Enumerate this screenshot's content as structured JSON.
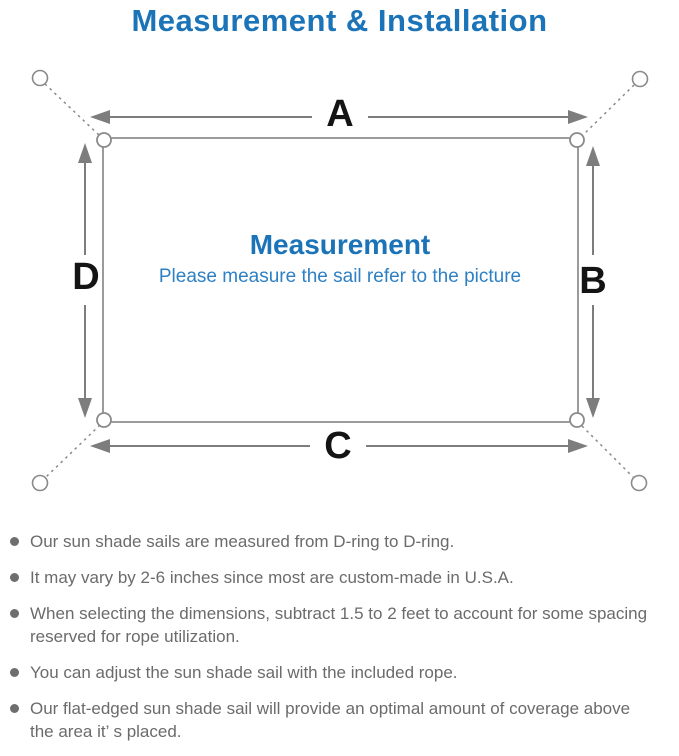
{
  "colors": {
    "accent": "#1b73b8",
    "subtitle": "#2e80c4",
    "label": "#141414",
    "arrow": "#7d7d7d",
    "outline": "#9b9b9b",
    "ring": "#8a8a8a",
    "text": "#6b6b6b",
    "dotc": "#6e6e6e"
  },
  "header": {
    "title": "Measurement & Installation"
  },
  "diagram": {
    "labels": {
      "top": "A",
      "right": "B",
      "bottom": "C",
      "left": "D"
    },
    "center": {
      "title": "Measurement",
      "subtitle": "Please measure the sail refer to the picture"
    }
  },
  "notes": {
    "items": [
      {
        "lines": [
          "Our sun shade sails are measured from D-ring to D-ring."
        ]
      },
      {
        "lines": [
          "It may vary by 2-6 inches since most are custom-made in U.S.A."
        ]
      },
      {
        "lines": [
          "When selecting the dimensions, subtract 1.5 to 2 feet to account for some spacing",
          "reserved for rope utilization."
        ]
      },
      {
        "lines": [
          "You can adjust the sun shade sail with the included rope."
        ]
      },
      {
        "lines": [
          "Our flat-edged sun shade sail will provide an optimal amount of coverage above",
          "the area it’ s placed."
        ]
      }
    ]
  }
}
